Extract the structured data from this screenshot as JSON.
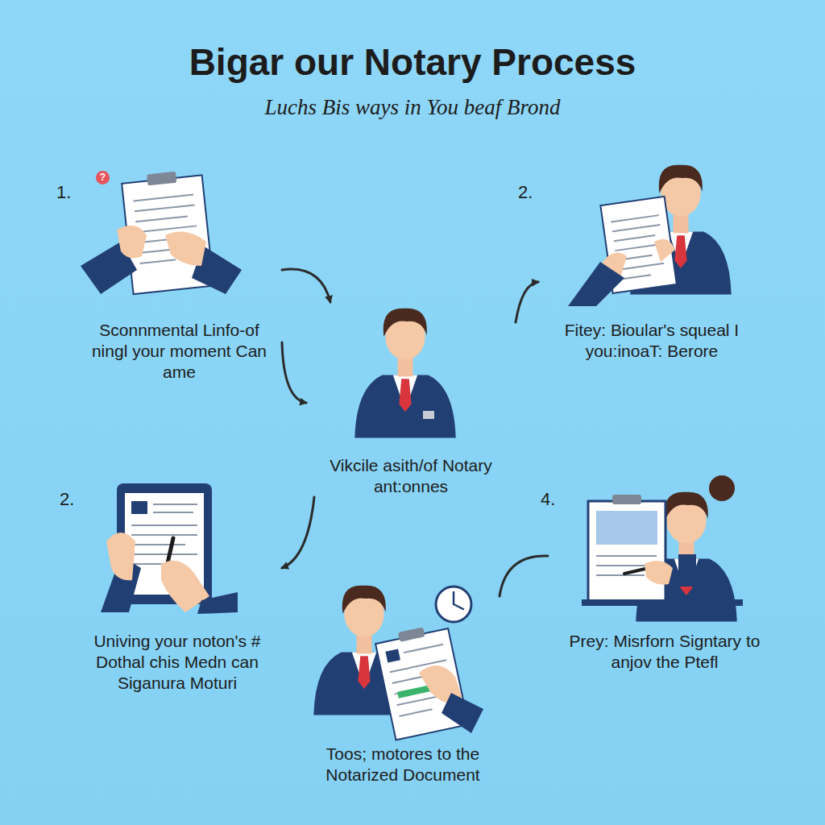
{
  "diagram": {
    "title": "Bigar our Notary Process",
    "nodes": [
      {
        "text": [
          "Sconnmental Linfo-of ningl your moment Can ame"
        ]
      },
      {
        "text": [
          "Fitey: Bioular's squeal I you:inoaT: Berore"
        ]
      },
      {
        "text": [
          "Vikcile asith/of Notary ant:onnes"
        ]
      },
      {
        "text": [
          "Univing your noton's # Dothal chis Medn can Siganura Moturi"
        ]
      },
      {
        "text": [
          "Prey: Misrforn Signtary to anjov the Ptefl"
        ]
      },
      {
        "text": [
          "Toos; motores to the Notarized Document"
        ]
      }
    ],
    "edges": [
      {
        "from": 0,
        "to": 2,
        "arrow": "to"
      },
      {
        "from": 0,
        "to": 2,
        "arrow": "to"
      },
      {
        "from": 2,
        "to": 1,
        "arrow": "to"
      },
      {
        "from": 2,
        "to": 3,
        "arrow": "to"
      },
      {
        "from": 5,
        "to": 4,
        "arrow": "none"
      }
    ],
    "labels": [
      "Luchs Bis ways in You beaf Brond",
      "?",
      "1.",
      "2.",
      "2.",
      "4."
    ]
  }
}
